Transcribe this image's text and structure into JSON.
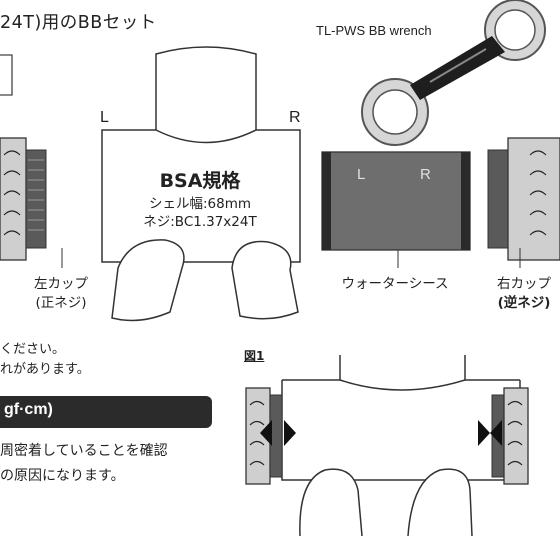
{
  "title": "24T)用のBBセット",
  "wrench": {
    "label": "TL-PWS BB wrench"
  },
  "shell": {
    "left_mark": "L",
    "right_mark": "R",
    "standard": "BSA規格",
    "shell_width": "シェル幅:68mm",
    "thread": "ネジ:BC1.37x24T"
  },
  "left_cup": {
    "line1": "左カップ",
    "line2": "(正ネジ)"
  },
  "sleeve": {
    "left_mark": "L",
    "right_mark": "R",
    "name": "ウォーターシース"
  },
  "right_cup": {
    "line1": "右カップ",
    "line2": "(逆ネジ)"
  },
  "notes": [
    "ください。",
    "れがあります。"
  ],
  "torque": {
    "text": "gf·cm)"
  },
  "figure": {
    "label": "図1"
  },
  "body": [
    "周密着していることを確認",
    "の原因になります。"
  ],
  "colors": {
    "cup_dark": "#5a5a5a",
    "cup_light": "#cfcfcf",
    "sleeve": "#6e6e6e",
    "label_bar": "#2b2b2b"
  }
}
